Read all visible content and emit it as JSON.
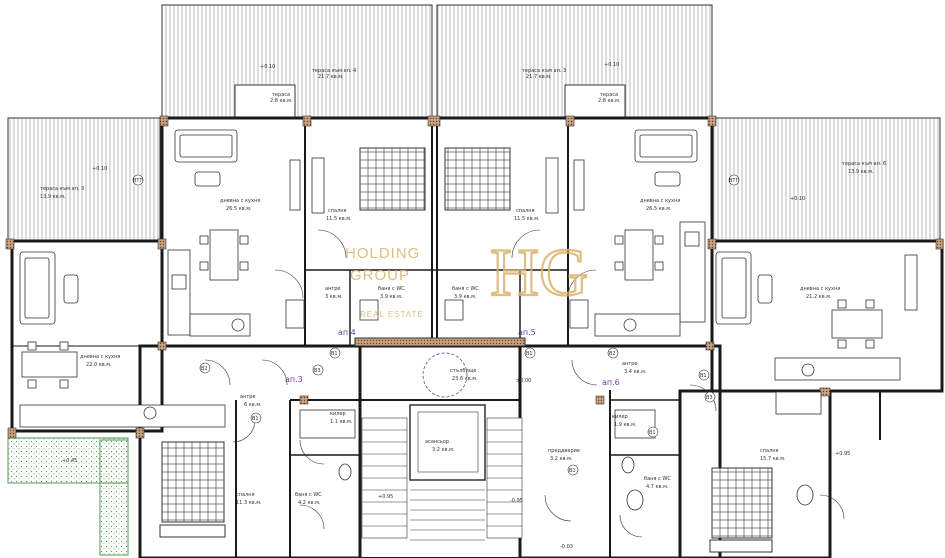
{
  "rooms": [
    {
      "key": "terrace4",
      "name": "тераса към ап. 4",
      "area": "21.7 кв.м."
    },
    {
      "key": "terrace3",
      "name": "тераса към ап. 3",
      "area": "21.7 кв.м."
    },
    {
      "key": "terrace_l",
      "name": "тераса",
      "area": "2.8 кв.м."
    },
    {
      "key": "terrace_r",
      "name": "тераса",
      "area": "2.8 кв.м."
    },
    {
      "key": "terraceL3",
      "name": "тераса към ап. 3",
      "area": "13.9 кв.м."
    },
    {
      "key": "terraceR6",
      "name": "тераса към ап. 6",
      "area": "13.9 кв.м."
    },
    {
      "key": "living4",
      "name": "дневна с кухня",
      "area": "26.5 кв.м."
    },
    {
      "key": "bed4",
      "name": "спалня",
      "area": "11.5 кв.м."
    },
    {
      "key": "bed3",
      "name": "спалня",
      "area": "11.5 кв.м."
    },
    {
      "key": "living3",
      "name": "дневна с кухня",
      "area": "26.5 кв.м."
    },
    {
      "key": "living_l",
      "name": "дневна с кухня",
      "area": "22.0 кв.м."
    },
    {
      "key": "living_r",
      "name": "дневна с кухня",
      "area": "21.2 кв.м."
    },
    {
      "key": "hall_l",
      "name": "антре",
      "area": "3 кв.м."
    },
    {
      "key": "wc_c1",
      "name": "баня с WC",
      "area": "3.9 кв.м."
    },
    {
      "key": "wc_c2",
      "name": "баня с WC",
      "area": "3.9 кв.м."
    },
    {
      "key": "corridor",
      "name": "стълбище",
      "area": "23.6 кв.м."
    },
    {
      "key": "hall_r",
      "name": "антре",
      "area": "3.4 кв.м."
    },
    {
      "key": "hall_bl",
      "name": "антре",
      "area": "6 кв.м."
    },
    {
      "key": "closet_l",
      "name": "килер",
      "area": "1.1 кв.м."
    },
    {
      "key": "elevator",
      "name": "асансьор",
      "area": "3.2 кв.м."
    },
    {
      "key": "lobby",
      "name": "преддверие",
      "area": "3.2 кв.м."
    },
    {
      "key": "wc_bl",
      "name": "баня с WC",
      "area": "4.2 кв.м."
    },
    {
      "key": "wc_br",
      "name": "баня с WC",
      "area": "4.7 кв.м."
    },
    {
      "key": "closet_r",
      "name": "килер",
      "area": "1.9 кв.м."
    },
    {
      "key": "bed_bl",
      "name": "спалня",
      "area": "11.3 кв.м."
    },
    {
      "key": "bed_br",
      "name": "спалня",
      "area": "15.7 кв.м."
    }
  ],
  "apartments": {
    "a3": "ап.3",
    "a4": "ап.4",
    "a5": "ап.5",
    "a6": "ап.6"
  },
  "levels": {
    "l1": "+0.10",
    "l2": "+0.10",
    "l3": "+0.10",
    "l4": "+0.10",
    "l5": "±0.00",
    "l6": "+0.45",
    "l7": "+0.95",
    "l8": "-0.95",
    "l9": "-0.03",
    "l10": "+0.95"
  },
  "tags": {
    "b1": "B1",
    "b2": "B2",
    "b3": "B3",
    "btp": "ВТП"
  },
  "watermark": {
    "mark": "HG",
    "brand_line1": "HOLDING",
    "brand_line2": "GROUP",
    "tagline": "REAL ESTATE"
  },
  "colors": {
    "line": "#1a1a1a",
    "hatch": "#777777",
    "brick": "#8a5a3a",
    "green": "#4f9a4f",
    "watermark": "#d9b46a",
    "apt_label": "#6b3fa0"
  }
}
